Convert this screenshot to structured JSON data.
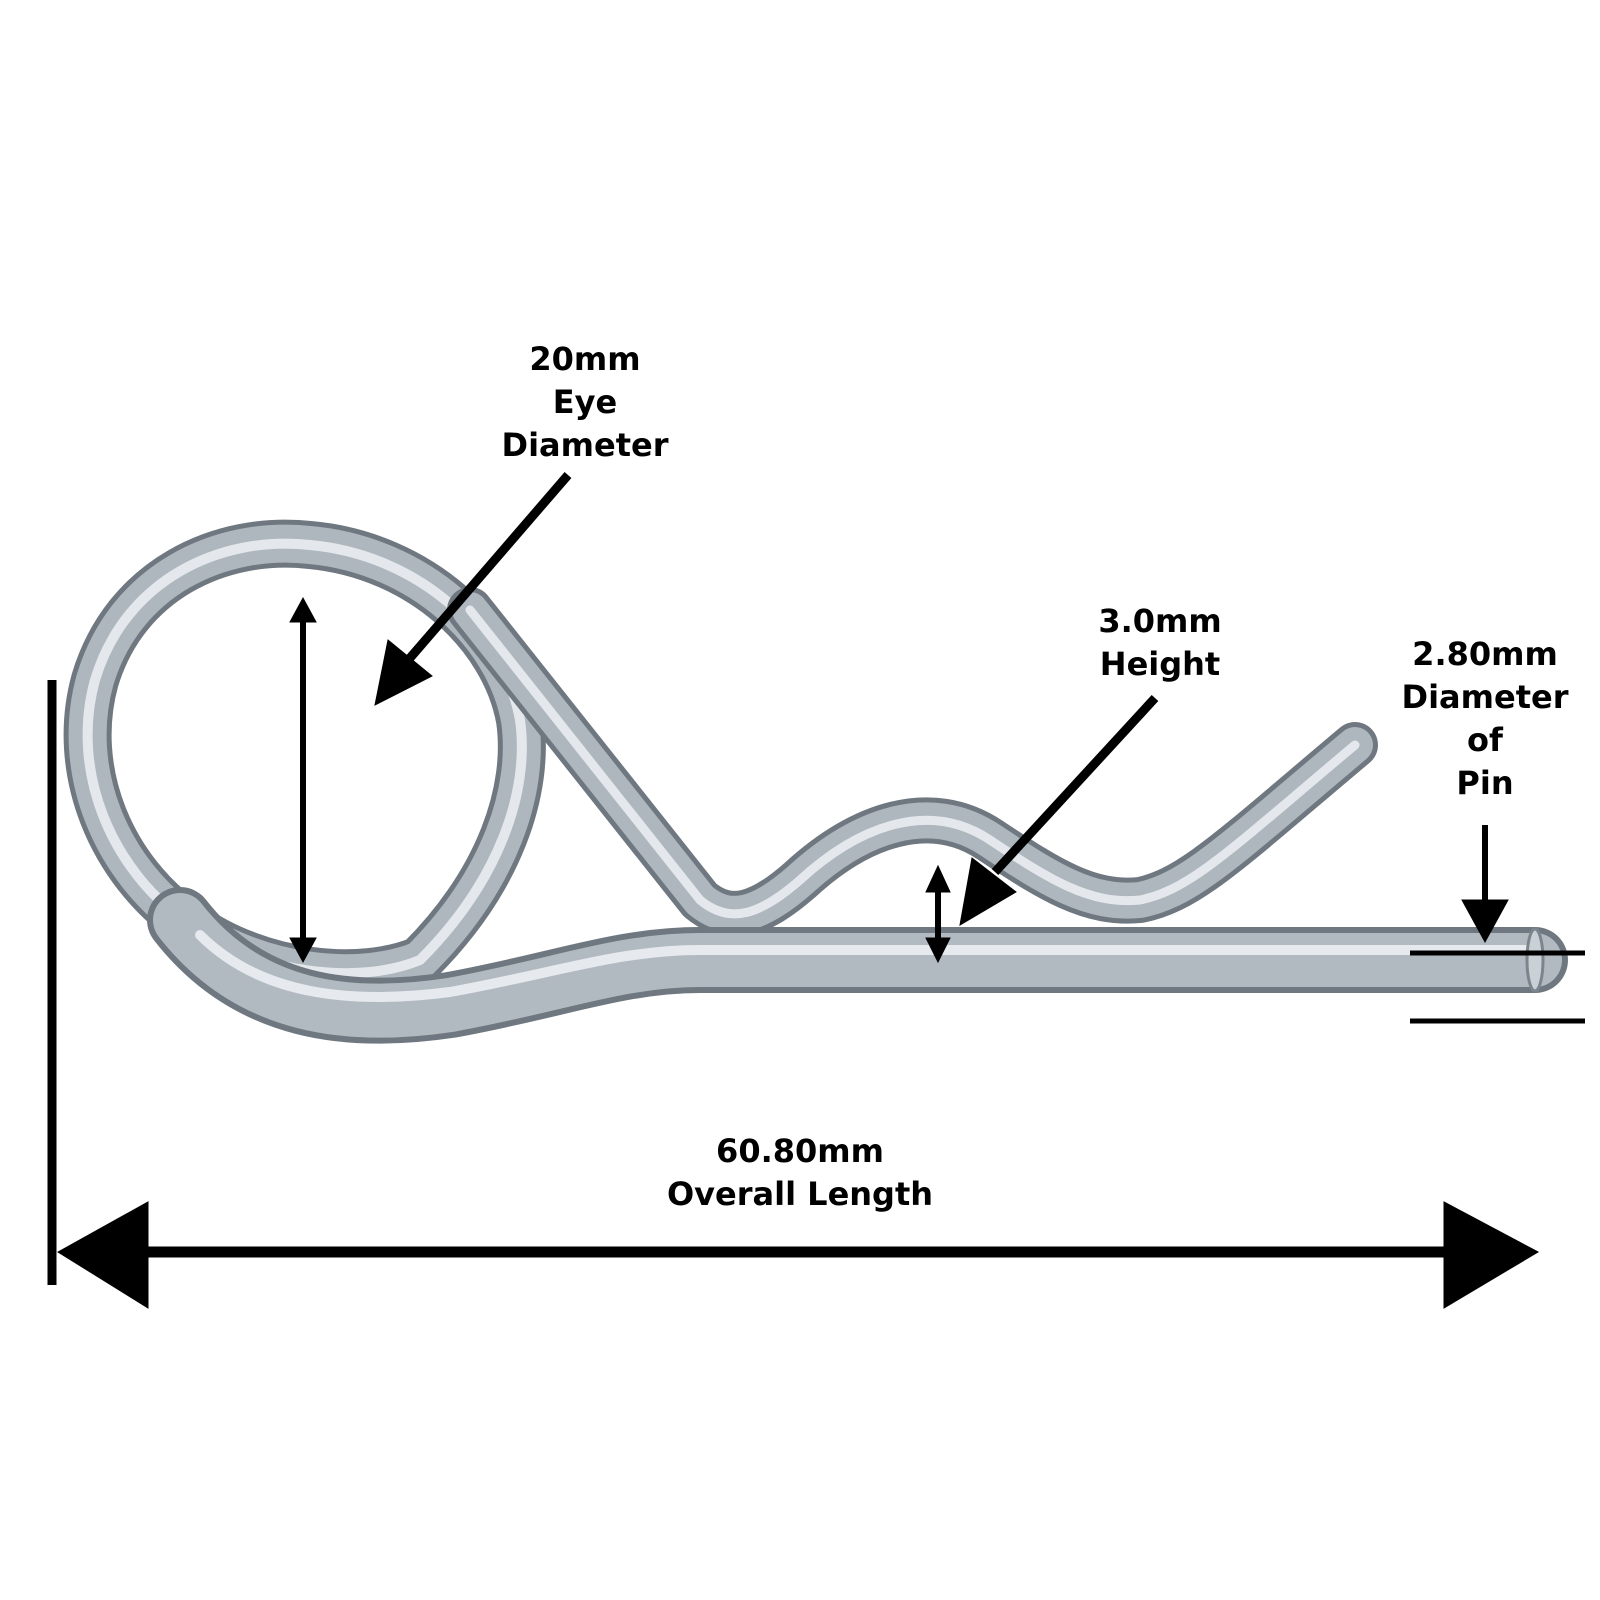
{
  "dimensions": {
    "eye": {
      "lines": [
        "20mm",
        "Eye",
        "Diameter"
      ]
    },
    "height": {
      "lines": [
        "3.0mm",
        "Height"
      ]
    },
    "pin": {
      "lines": [
        "2.80mm",
        "Diameter",
        "of",
        "Pin"
      ]
    },
    "length": {
      "lines": [
        "60.80mm",
        "Overall Length"
      ]
    }
  },
  "colors": {
    "wire_light": "#e4e8ec",
    "wire_mid": "#a9b2b9",
    "wire_dark": "#6f7880",
    "ink": "#000000",
    "background": "#ffffff"
  }
}
